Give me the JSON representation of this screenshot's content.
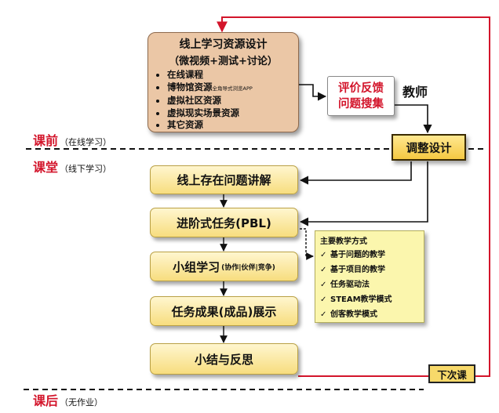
{
  "design_box": {
    "title": "线上学习资源设计",
    "subtitle": "（微视频+测试+讨论）",
    "items": [
      {
        "label": "在线课程",
        "note": ""
      },
      {
        "label": "博物馆资源",
        "note": "全角导式浏览APP"
      },
      {
        "label": "虚拟社区资源",
        "note": ""
      },
      {
        "label": "虚拟现实场景资源",
        "note": ""
      },
      {
        "label": "其它资源",
        "note": ""
      }
    ]
  },
  "feedback_box": {
    "line1": "评价反馈",
    "line2": "问题搜集"
  },
  "teacher_label": "教师",
  "adjust_box": "调整设计",
  "stages": {
    "before": {
      "label": "课前",
      "note": "（在线学习）"
    },
    "during": {
      "label": "课堂",
      "note": "（线下学习）"
    },
    "after": {
      "label": "课后",
      "note": "（无作业）"
    }
  },
  "steps": [
    {
      "label": "线上存在问题讲解",
      "sub": ""
    },
    {
      "label": "进阶式任务(PBL)",
      "sub": ""
    },
    {
      "label": "小组学习",
      "sub": "(协作|伙伴|竞争)"
    },
    {
      "label": "任务成果(成品)展示",
      "sub": ""
    },
    {
      "label": "小结与反思",
      "sub": ""
    }
  ],
  "methods_box": {
    "title": "主要教学方式",
    "items": [
      "基于问题的教学",
      "基于项目的教学",
      "任务驱动法",
      "STEAM教学模式",
      "创客教学模式"
    ]
  },
  "next_box": "下次课",
  "colors": {
    "red": "#d3152b",
    "step_fill": "#f7dd7e",
    "design_fill": "#ebc7a6",
    "methods_fill": "#fbf6ad"
  }
}
